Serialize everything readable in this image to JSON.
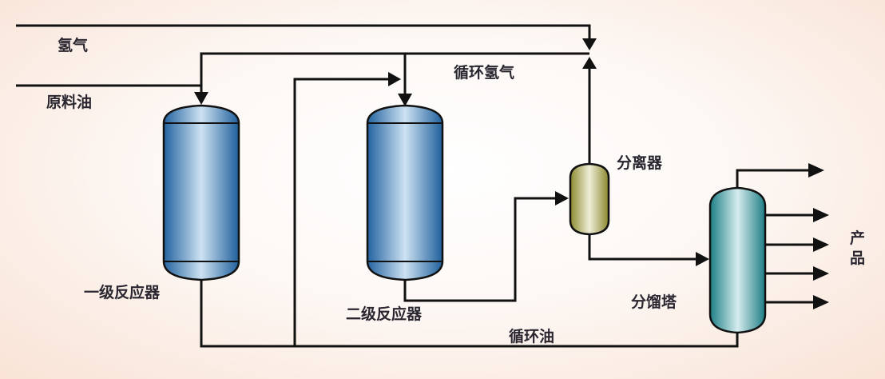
{
  "diagram": {
    "title": "两段加氢裂化工艺流程",
    "labels": {
      "hydrogen": "氢气",
      "feed_oil": "原料油",
      "recycle_hydrogen": "循环氢气",
      "reactor1": "一级反应器",
      "reactor2": "二级反应器",
      "separator": "分离器",
      "fractionator": "分馏塔",
      "recycle_oil": "循环油",
      "product_line1": "产",
      "product_line2": "品"
    },
    "colors": {
      "reactor": "#2b6fa8",
      "separator": "#a8a24a",
      "fractionator": "#2a8e94",
      "pipe": "#111111"
    },
    "product_stream_count": 5
  }
}
